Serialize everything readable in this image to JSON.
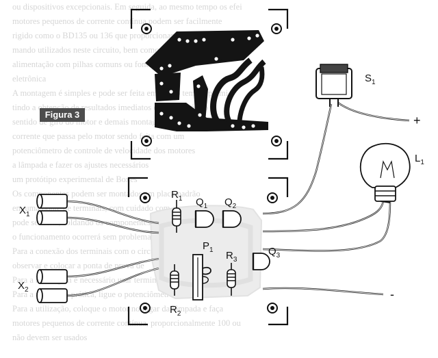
{
  "figure_label": "Figura 3",
  "background_text": [
    "ou dispositivos excepcionais. Em seguida, ao mesmo tempo os efei",
    "motores pequenos de corrente contínua podem ser facilmente",
    "rigido como o BD135 ou 136 que proporcionam as correntes",
    "mando utilizados neste circuito, bem como a placa ser feita",
    "alimentação com pilhas comuns ou fonte",
    "eletrônica",
    "A montagem é simples e pode ser feita em pouco tempo, permi",
    "tindo a obtenção de resultados imediatos com o protótipo",
    "sentido de giro do motor e demais montagens",
    "corrente que passa pelo motor sendo feita com um",
    "potenciômetro de controle de velocidade dos motores",
    "a lâmpada e fazer os ajustes necessários",
    "um protótipo experimental de Boxes",
    "Os componentes podem ser montados em placa padrão",
    "em uma ponte de terminais, com cuidado com os",
    "pode ser feita, soldando os componentes de forma",
    "o funcionamento ocorrerá sem problemas, sempre",
    "Para a conexão dos terminais com o circuito",
    "observar e colocar a ponta de prova de",
    "Para a montagem é necessário usar terminais",
    "Para a utilização prática, ligue o potenciômetro de um modo",
    "Para a utilização, coloque o motor no lugar da lâmpada e faça",
    "motores pequenos de corrente contínua, proporcionalmente 100 ou",
    "não devem ser usados"
  ],
  "labels": {
    "switch": "S1",
    "lamp": "L1",
    "r1": "R1",
    "r2": "R2",
    "r3": "R3",
    "q1": "Q1",
    "q2": "Q2",
    "q3": "Q3",
    "p1": "P1",
    "x1": "X1",
    "x2": "X2",
    "plus": "+",
    "minus": "-"
  }
}
